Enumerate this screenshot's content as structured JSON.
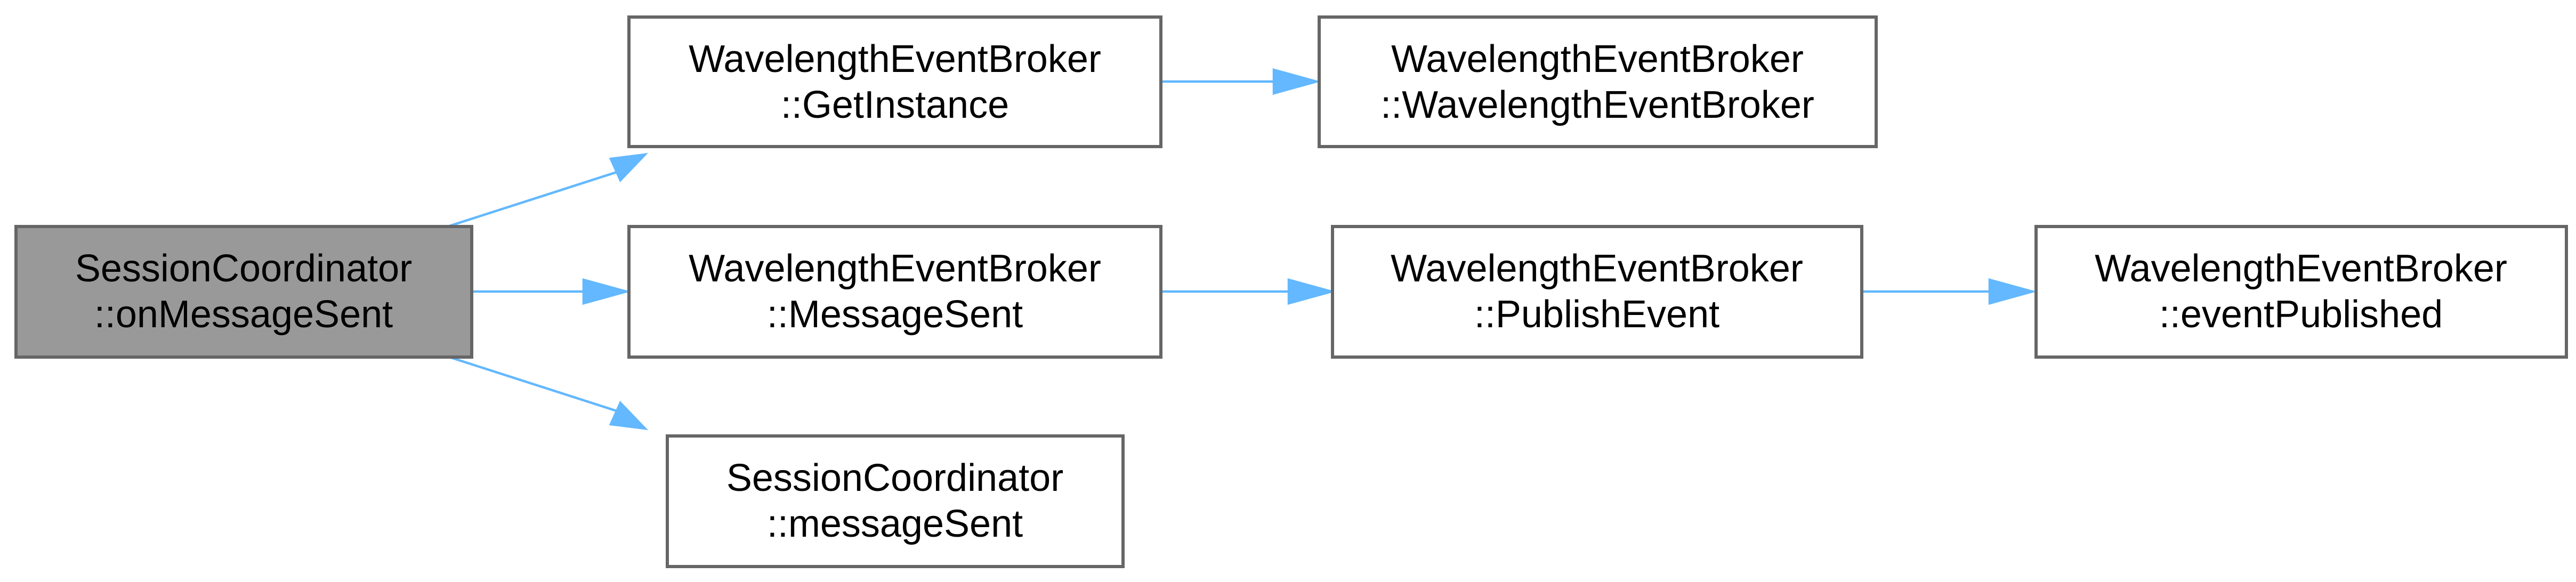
{
  "colors": {
    "edge": "#63b8ff",
    "node_border": "#666666",
    "root_fill": "#999999",
    "node_fill": "#ffffff",
    "text": "#000000"
  },
  "nodes": {
    "on_message_sent": {
      "line1": "SessionCoordinator",
      "line2": "::onMessageSent"
    },
    "get_instance": {
      "line1": "WavelengthEventBroker",
      "line2": "::GetInstance"
    },
    "ctor": {
      "line1": "WavelengthEventBroker",
      "line2": "::WavelengthEventBroker"
    },
    "message_sent_broker": {
      "line1": "WavelengthEventBroker",
      "line2": "::MessageSent"
    },
    "publish_event": {
      "line1": "WavelengthEventBroker",
      "line2": "::PublishEvent"
    },
    "event_published": {
      "line1": "WavelengthEventBroker",
      "line2": "::eventPublished"
    },
    "message_sent_session": {
      "line1": "SessionCoordinator",
      "line2": "::messageSent"
    }
  },
  "edges": [
    {
      "from": "on_message_sent",
      "to": "get_instance"
    },
    {
      "from": "on_message_sent",
      "to": "message_sent_broker"
    },
    {
      "from": "on_message_sent",
      "to": "message_sent_session"
    },
    {
      "from": "get_instance",
      "to": "ctor"
    },
    {
      "from": "message_sent_broker",
      "to": "publish_event"
    },
    {
      "from": "publish_event",
      "to": "event_published"
    }
  ]
}
